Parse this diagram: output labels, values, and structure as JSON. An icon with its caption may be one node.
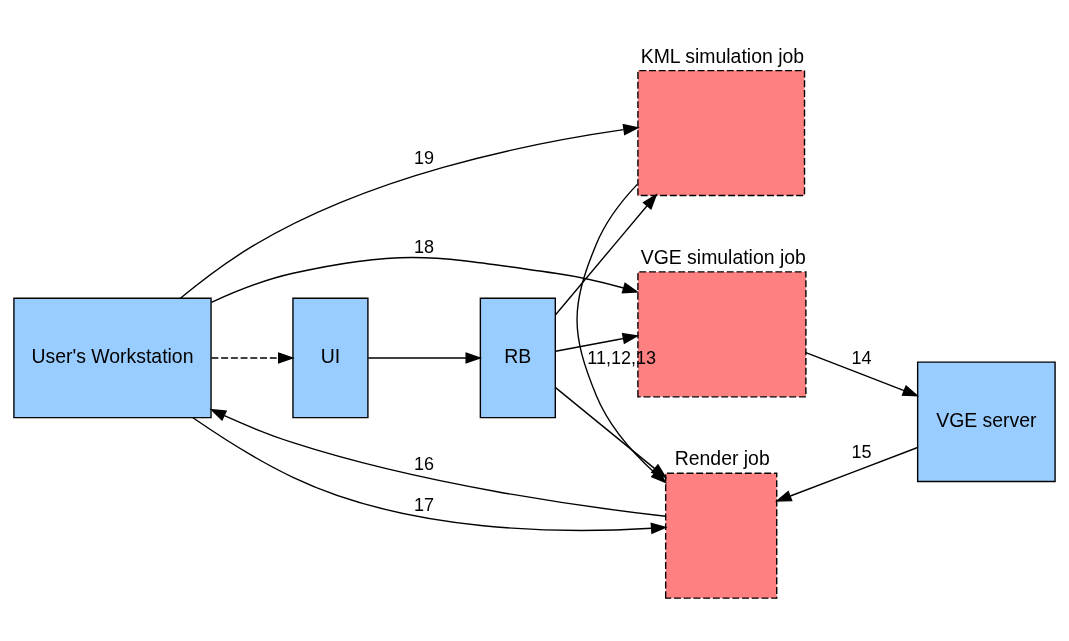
{
  "diagram": {
    "nodes": [
      {
        "text": [
          "User's Workstation"
        ]
      },
      {
        "text": [
          "UI"
        ]
      },
      {
        "text": [
          "RB"
        ]
      },
      {
        "text": [
          "KML simulation job"
        ]
      },
      {
        "text": [
          "VGE simulation job"
        ]
      },
      {
        "text": [
          "Render job"
        ]
      },
      {
        "text": [
          "VGE server"
        ]
      }
    ],
    "edges": [
      {
        "from": 0,
        "to": 1,
        "arrow": "to",
        "style": "dashed"
      },
      {
        "from": 1,
        "to": 2,
        "arrow": "to"
      },
      {
        "from": 2,
        "to": 3,
        "arrow": "to"
      },
      {
        "from": 2,
        "to": 4,
        "arrow": "to"
      },
      {
        "from": 2,
        "to": 5,
        "arrow": "to"
      },
      {
        "from": 3,
        "to": 5,
        "arrow": "to",
        "label": "11,12,13"
      },
      {
        "from": 4,
        "to": 6,
        "arrow": "to",
        "label": "14"
      },
      {
        "from": 6,
        "to": 5,
        "arrow": "to",
        "label": "15"
      },
      {
        "from": 5,
        "to": 0,
        "arrow": "to",
        "label": "16"
      },
      {
        "from": 0,
        "to": 5,
        "arrow": "to",
        "label": "17"
      },
      {
        "from": 0,
        "to": 4,
        "arrow": "to",
        "label": "18"
      },
      {
        "from": 0,
        "to": 3,
        "arrow": "to",
        "label": "19"
      }
    ]
  }
}
